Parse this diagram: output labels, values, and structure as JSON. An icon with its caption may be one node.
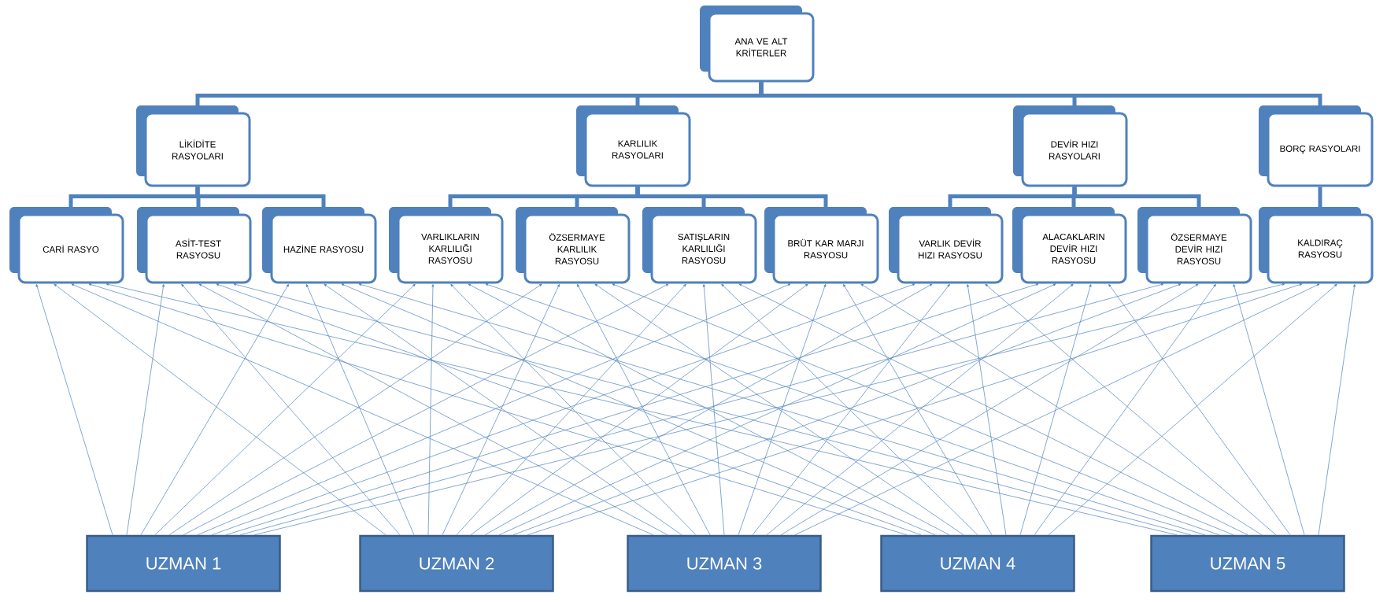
{
  "diagram": {
    "nodes": [
      {
        "text": [
          "ANA VE ALT KRİTERLER"
        ]
      },
      {
        "text": [
          "LİKİDİTE RASYOLARI"
        ]
      },
      {
        "text": [
          "KARLILIK RASYOLARI"
        ]
      },
      {
        "text": [
          "DEVİR HIZI RASYOLARI"
        ]
      },
      {
        "text": [
          "BORÇ RASYOLARI"
        ]
      },
      {
        "text": [
          "CARİ RASYO"
        ]
      },
      {
        "text": [
          "ASİT-TEST RASYOSU"
        ]
      },
      {
        "text": [
          "HAZİNE RASYOSU"
        ]
      },
      {
        "text": [
          "VARLIKLARIN KARLILIĞI RASYOSU"
        ]
      },
      {
        "text": [
          "ÖZSERMAYE KARLILIK RASYOSU"
        ]
      },
      {
        "text": [
          "SATIŞLARIN KARLILIĞI RASYOSU"
        ]
      },
      {
        "text": [
          "BRÜT KAR MARJI RASYOSU"
        ]
      },
      {
        "text": [
          "VARLIK DEVİR HIZI RASYOSU"
        ]
      },
      {
        "text": [
          "ALACAKLARIN DEVİR HIZI RASYOSU"
        ]
      },
      {
        "text": [
          "ÖZSERMAYE DEVİR HIZI RASYOSU"
        ]
      },
      {
        "text": [
          "KALDIRAÇ RASYOSU"
        ]
      },
      {
        "text": [
          "UZMAN 1"
        ]
      },
      {
        "text": [
          "UZMAN 2"
        ]
      },
      {
        "text": [
          "UZMAN 3"
        ]
      },
      {
        "text": [
          "UZMAN 4"
        ]
      },
      {
        "text": [
          "UZMAN 5"
        ]
      }
    ],
    "edges": [
      {
        "from": 0,
        "to": 1,
        "arrow": "none",
        "style": "thick"
      },
      {
        "from": 0,
        "to": 2,
        "arrow": "none",
        "style": "thick"
      },
      {
        "from": 0,
        "to": 3,
        "arrow": "none",
        "style": "thick"
      },
      {
        "from": 0,
        "to": 4,
        "arrow": "none",
        "style": "thick"
      },
      {
        "from": 1,
        "to": 5,
        "arrow": "none",
        "style": "thick"
      },
      {
        "from": 1,
        "to": 6,
        "arrow": "none",
        "style": "thick"
      },
      {
        "from": 1,
        "to": 7,
        "arrow": "none",
        "style": "thick"
      },
      {
        "from": 2,
        "to": 8,
        "arrow": "none",
        "style": "thick"
      },
      {
        "from": 2,
        "to": 9,
        "arrow": "none",
        "style": "thick"
      },
      {
        "from": 2,
        "to": 10,
        "arrow": "none",
        "style": "thick"
      },
      {
        "from": 2,
        "to": 11,
        "arrow": "none",
        "style": "thick"
      },
      {
        "from": 3,
        "to": 12,
        "arrow": "none",
        "style": "thick"
      },
      {
        "from": 3,
        "to": 13,
        "arrow": "none",
        "style": "thick"
      },
      {
        "from": 3,
        "to": 14,
        "arrow": "none",
        "style": "thick"
      },
      {
        "from": 4,
        "to": 15,
        "arrow": "none",
        "style": "thick"
      },
      {
        "from": 16,
        "to": 5,
        "arrow": "to"
      },
      {
        "from": 17,
        "to": 5,
        "arrow": "to"
      },
      {
        "from": 18,
        "to": 5,
        "arrow": "to"
      },
      {
        "from": 19,
        "to": 5,
        "arrow": "to"
      },
      {
        "from": 20,
        "to": 5,
        "arrow": "to"
      },
      {
        "from": 16,
        "to": 6,
        "arrow": "to"
      },
      {
        "from": 17,
        "to": 6,
        "arrow": "to"
      },
      {
        "from": 18,
        "to": 6,
        "arrow": "to"
      },
      {
        "from": 19,
        "to": 6,
        "arrow": "to"
      },
      {
        "from": 20,
        "to": 6,
        "arrow": "to"
      },
      {
        "from": 16,
        "to": 7,
        "arrow": "to"
      },
      {
        "from": 17,
        "to": 7,
        "arrow": "to"
      },
      {
        "from": 18,
        "to": 7,
        "arrow": "to"
      },
      {
        "from": 19,
        "to": 7,
        "arrow": "to"
      },
      {
        "from": 20,
        "to": 7,
        "arrow": "to"
      },
      {
        "from": 16,
        "to": 8,
        "arrow": "to"
      },
      {
        "from": 17,
        "to": 8,
        "arrow": "to"
      },
      {
        "from": 18,
        "to": 8,
        "arrow": "to"
      },
      {
        "from": 19,
        "to": 8,
        "arrow": "to"
      },
      {
        "from": 20,
        "to": 8,
        "arrow": "to"
      },
      {
        "from": 16,
        "to": 9,
        "arrow": "to"
      },
      {
        "from": 17,
        "to": 9,
        "arrow": "to"
      },
      {
        "from": 18,
        "to": 9,
        "arrow": "to"
      },
      {
        "from": 19,
        "to": 9,
        "arrow": "to"
      },
      {
        "from": 20,
        "to": 9,
        "arrow": "to"
      },
      {
        "from": 16,
        "to": 10,
        "arrow": "to"
      },
      {
        "from": 17,
        "to": 10,
        "arrow": "to"
      },
      {
        "from": 18,
        "to": 10,
        "arrow": "to"
      },
      {
        "from": 19,
        "to": 10,
        "arrow": "to"
      },
      {
        "from": 20,
        "to": 10,
        "arrow": "to"
      },
      {
        "from": 16,
        "to": 11,
        "arrow": "to"
      },
      {
        "from": 17,
        "to": 11,
        "arrow": "to"
      },
      {
        "from": 18,
        "to": 11,
        "arrow": "to"
      },
      {
        "from": 19,
        "to": 11,
        "arrow": "to"
      },
      {
        "from": 20,
        "to": 11,
        "arrow": "to"
      },
      {
        "from": 16,
        "to": 12,
        "arrow": "to"
      },
      {
        "from": 17,
        "to": 12,
        "arrow": "to"
      },
      {
        "from": 18,
        "to": 12,
        "arrow": "to"
      },
      {
        "from": 19,
        "to": 12,
        "arrow": "to"
      },
      {
        "from": 20,
        "to": 12,
        "arrow": "to"
      },
      {
        "from": 16,
        "to": 13,
        "arrow": "to"
      },
      {
        "from": 17,
        "to": 13,
        "arrow": "to"
      },
      {
        "from": 18,
        "to": 13,
        "arrow": "to"
      },
      {
        "from": 19,
        "to": 13,
        "arrow": "to"
      },
      {
        "from": 20,
        "to": 13,
        "arrow": "to"
      },
      {
        "from": 16,
        "to": 14,
        "arrow": "to"
      },
      {
        "from": 17,
        "to": 14,
        "arrow": "to"
      },
      {
        "from": 18,
        "to": 14,
        "arrow": "to"
      },
      {
        "from": 19,
        "to": 14,
        "arrow": "to"
      },
      {
        "from": 20,
        "to": 14,
        "arrow": "to"
      },
      {
        "from": 16,
        "to": 15,
        "arrow": "to"
      },
      {
        "from": 17,
        "to": 15,
        "arrow": "to"
      },
      {
        "from": 18,
        "to": 15,
        "arrow": "to"
      },
      {
        "from": 19,
        "to": 15,
        "arrow": "to"
      },
      {
        "from": 20,
        "to": 15,
        "arrow": "to"
      }
    ]
  }
}
